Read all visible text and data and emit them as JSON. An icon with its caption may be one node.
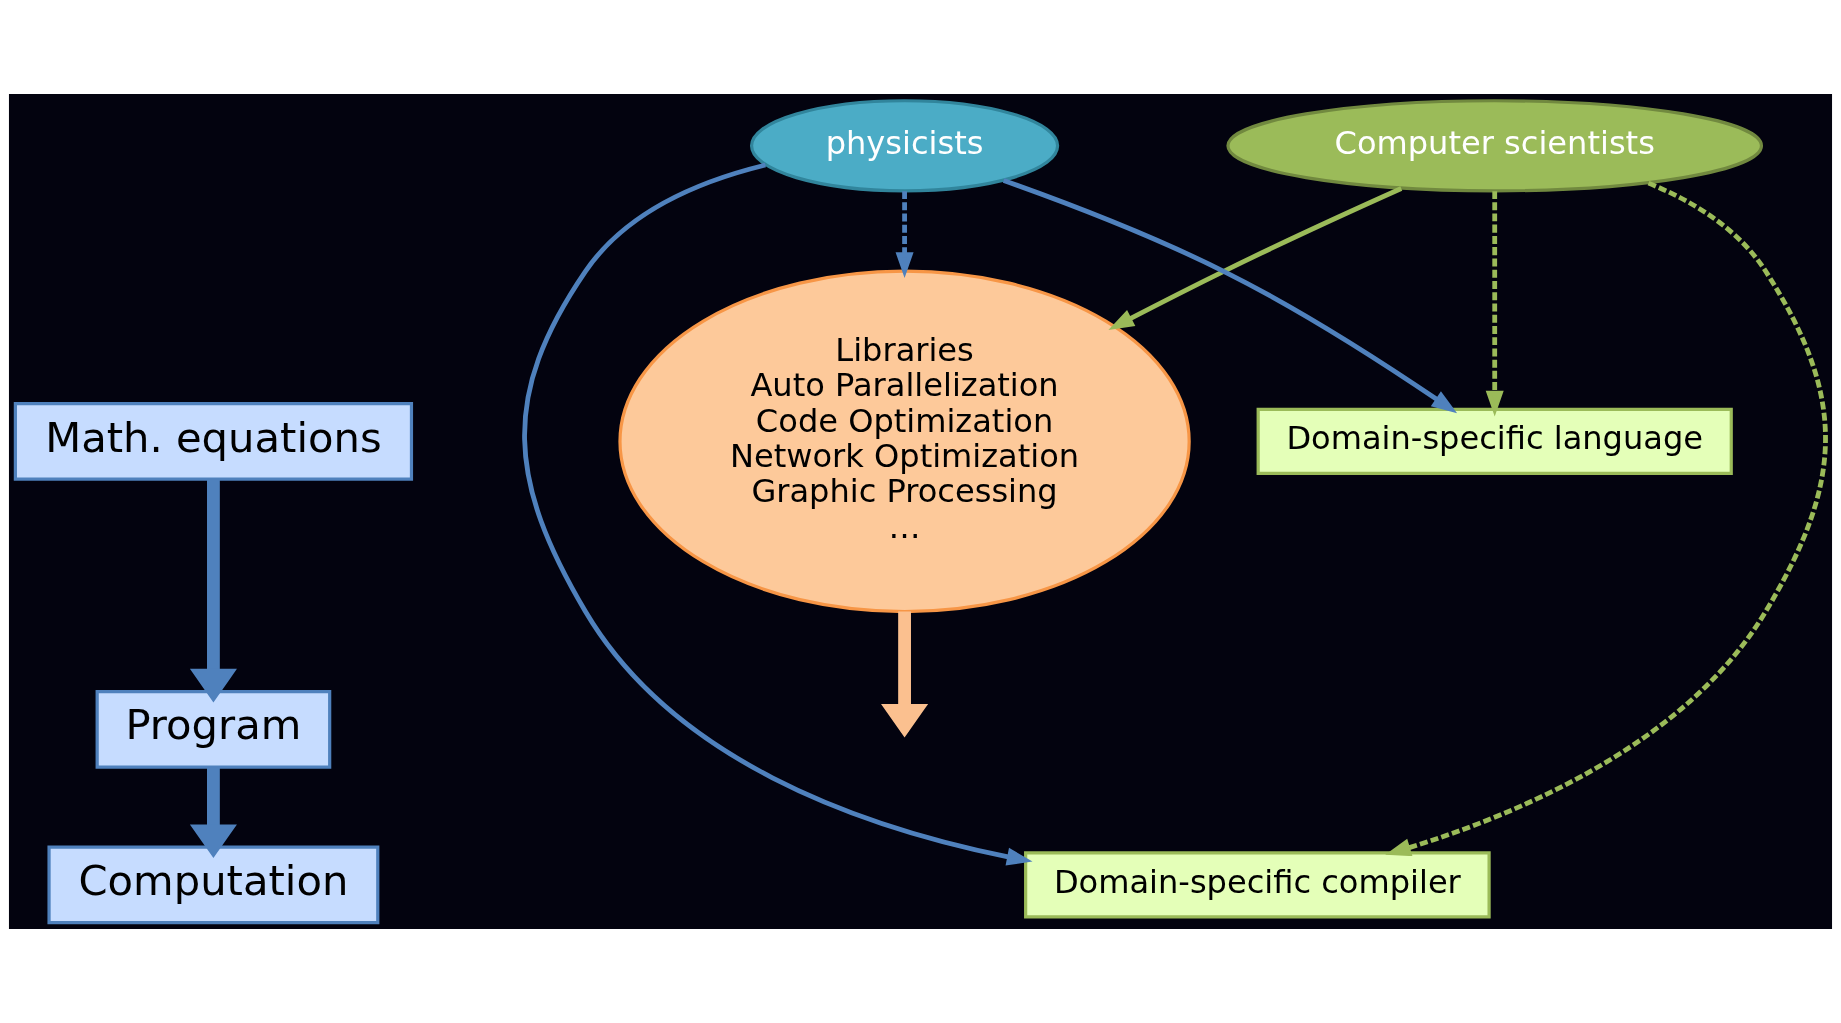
{
  "diagram": {
    "nodes": [
      {
        "text": [
          "Math. equations"
        ]
      },
      {
        "text": [
          "Program"
        ]
      },
      {
        "text": [
          "Computation"
        ]
      },
      {
        "text": [
          "Domain-specific language"
        ]
      },
      {
        "text": [
          "Domain-specific compiler"
        ]
      },
      {
        "text": [
          "Libraries",
          "Auto Parallelization",
          "Code Optimization",
          "Network Optimization",
          "Graphic Processing",
          "…"
        ]
      },
      {
        "text": [
          "Computer scientists"
        ]
      },
      {
        "text": [
          "physicists"
        ]
      }
    ],
    "edges": [
      {
        "from": 0,
        "to": 1,
        "arrow": "to",
        "style": "thick"
      },
      {
        "from": 1,
        "to": 2,
        "arrow": "to",
        "style": "thick"
      },
      {
        "from": 6,
        "to": 3,
        "arrow": "to",
        "style": "dashed",
        "color": "#9bbb59"
      },
      {
        "from": 6,
        "to": 4,
        "arrow": "to",
        "style": "dashed",
        "color": "#9bbb59"
      },
      {
        "from": 6,
        "to": 5,
        "arrow": "to",
        "color": "#9bbb59"
      },
      {
        "from": 7,
        "to": 3,
        "arrow": "to"
      },
      {
        "from": 7,
        "to": 4,
        "arrow": "to"
      },
      {
        "from": 7,
        "to": 5,
        "arrow": "to",
        "style": "dashed"
      },
      {
        "from": 5,
        "to": null,
        "arrow": "to",
        "style": "thick",
        "color": "#fbc08f"
      }
    ]
  }
}
